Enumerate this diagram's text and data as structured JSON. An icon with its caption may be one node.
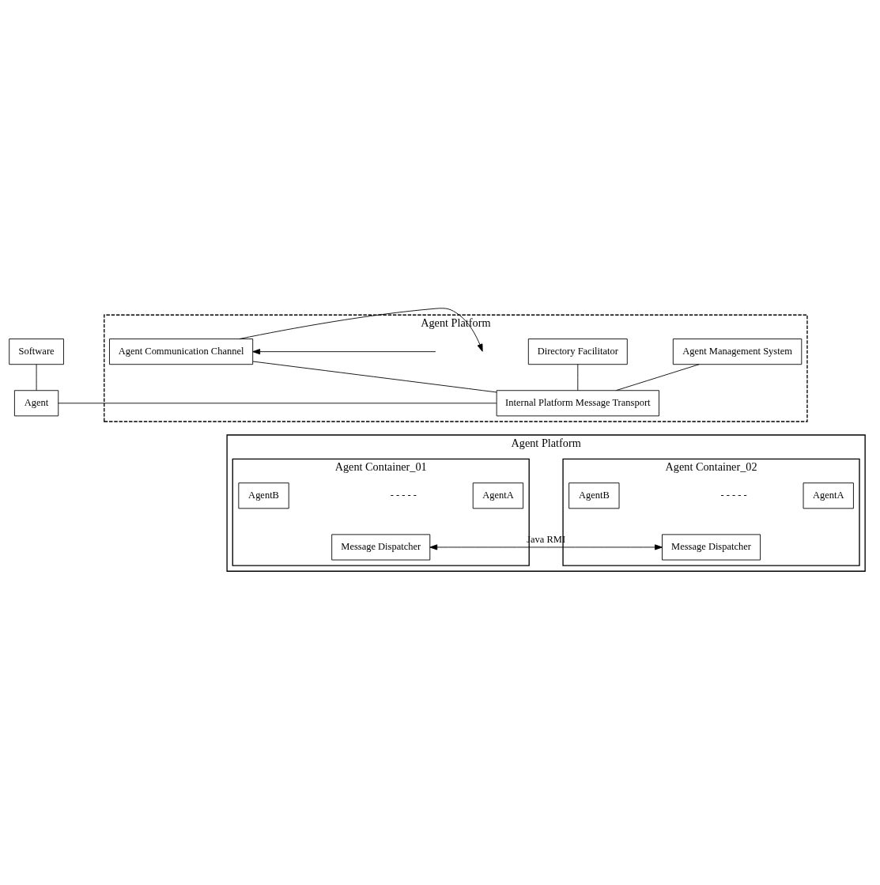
{
  "diagram": {
    "nodes": [
      {
        "text": [
          "Software"
        ]
      },
      {
        "text": [
          "Agent"
        ]
      },
      {
        "text": [
          "Agent Platform"
        ]
      },
      {
        "text": [
          "Agent Management System"
        ],
        "in": 2
      },
      {
        "text": [
          "Directory Facilitator"
        ],
        "in": 2
      },
      {
        "text": [
          "Agent Communication Channel"
        ],
        "in": 2
      },
      {
        "text": [
          "Internal Platform Message Transport"
        ],
        "in": 2
      },
      {
        "text": [
          "Agent Platform"
        ]
      },
      {
        "text": [
          "Agent Container_01"
        ],
        "in": 7
      },
      {
        "text": [
          "AgentA"
        ],
        "in": 8
      },
      {
        "text": [
          "AgentB"
        ],
        "in": 8
      },
      {
        "text": [
          "Message Dispatcher"
        ],
        "in": 8
      },
      {
        "text": [
          "Agent Container_02"
        ],
        "in": 7
      },
      {
        "text": [
          "AgentA"
        ],
        "in": 12
      },
      {
        "text": [
          "AgentB"
        ],
        "in": 12
      },
      {
        "text": [
          "Message Dispatcher"
        ],
        "in": 12
      }
    ],
    "edges": [
      {
        "from": 0,
        "to": 1,
        "arrow": "none"
      },
      {
        "from": 1,
        "to": 6,
        "arrow": "none"
      },
      {
        "from": 3,
        "to": 6,
        "arrow": "none"
      },
      {
        "from": 4,
        "to": 6,
        "arrow": "none"
      },
      {
        "from": 5,
        "to": 6,
        "arrow": "none"
      },
      {
        "from": 5,
        "to": null,
        "arrow": "to"
      },
      {
        "from": null,
        "to": 5,
        "arrow": "to"
      },
      {
        "from": 11,
        "to": 15,
        "label": "Java RMI",
        "arrow": "both"
      }
    ],
    "labels": [
      "- - - - -",
      "- - - - -"
    ]
  }
}
